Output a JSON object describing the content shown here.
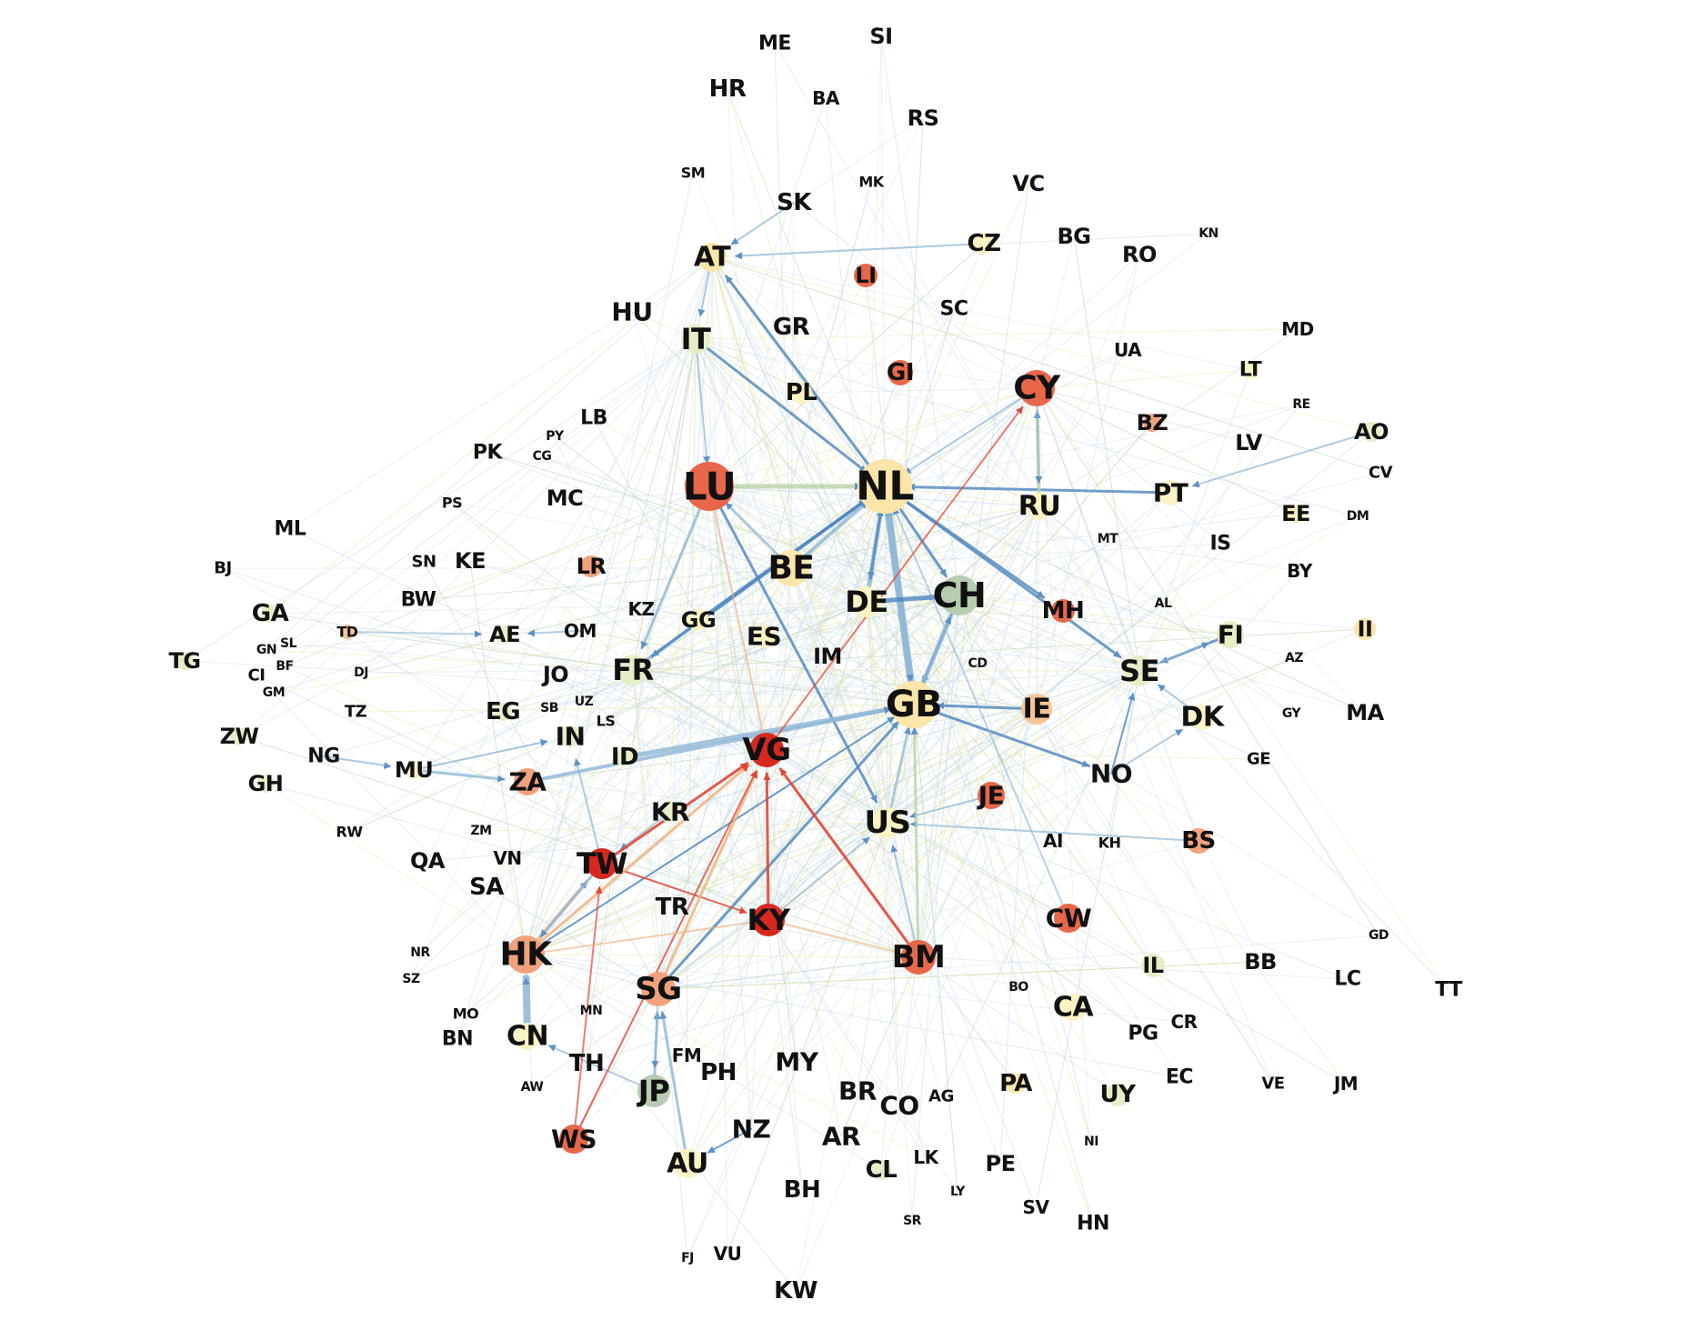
{
  "graph": {
    "type": "directed network",
    "colors": {
      "edge_default": "#8fb6d6",
      "edge_dark": "#4f86bf",
      "edge_light": "#c9dced",
      "edge_red": "#e0473a",
      "edge_orange": "#f1b07a",
      "edge_yellow": "#ece6a6",
      "edge_green": "#b9d3a6",
      "node_red": "#d7281f",
      "node_redorange": "#e8674a",
      "node_orange": "#f0a27c",
      "node_lightorange": "#f6c596",
      "node_yellow": "#fbe5a8",
      "node_paleyellow": "#fcf3c4",
      "node_palegreen": "#e6eec8",
      "node_sage": "#b6cdb0"
    },
    "nodes": [
      {
        "id": "NL",
        "size": 30,
        "color": "node_yellow"
      },
      {
        "id": "LU",
        "size": 27,
        "color": "node_redorange"
      },
      {
        "id": "GB",
        "size": 26,
        "color": "node_yellow"
      },
      {
        "id": "CH",
        "size": 22,
        "color": "node_sage"
      },
      {
        "id": "CY",
        "size": 20,
        "color": "node_redorange"
      },
      {
        "id": "BE",
        "size": 20,
        "color": "node_yellow"
      },
      {
        "id": "VG",
        "size": 19,
        "color": "node_red"
      },
      {
        "id": "HK",
        "size": 21,
        "color": "node_orange"
      },
      {
        "id": "SG",
        "size": 19,
        "color": "node_orange"
      },
      {
        "id": "BM",
        "size": 19,
        "color": "node_redorange"
      },
      {
        "id": "KY",
        "size": 18,
        "color": "node_red"
      },
      {
        "id": "TW",
        "size": 17,
        "color": "node_red"
      },
      {
        "id": "JP",
        "size": 18,
        "color": "node_sage"
      },
      {
        "id": "US",
        "size": 17,
        "color": "node_paleyellow"
      },
      {
        "id": "DE",
        "size": 17,
        "color": "node_paleyellow"
      },
      {
        "id": "FR",
        "size": 17,
        "color": "node_palegreen"
      },
      {
        "id": "IE",
        "size": 17,
        "color": "node_lightorange"
      },
      {
        "id": "SE",
        "size": 17,
        "color": "node_palegreen"
      },
      {
        "id": "IT",
        "size": 16,
        "color": "node_palegreen"
      },
      {
        "id": "AT",
        "size": 16,
        "color": "node_yellow"
      },
      {
        "id": "RU",
        "size": 15,
        "color": "node_paleyellow"
      },
      {
        "id": "PT",
        "size": 14,
        "color": "node_paleyellow"
      },
      {
        "id": "FI",
        "size": 15,
        "color": "node_palegreen"
      },
      {
        "id": "DK",
        "size": 14,
        "color": "node_paleyellow"
      },
      {
        "id": "WS",
        "size": 16,
        "color": "node_redorange"
      },
      {
        "id": "CW",
        "size": 16,
        "color": "node_redorange"
      },
      {
        "id": "JE",
        "size": 15,
        "color": "node_redorange"
      },
      {
        "id": "LI",
        "size": 13,
        "color": "node_redorange"
      },
      {
        "id": "GI",
        "size": 14,
        "color": "node_redorange"
      },
      {
        "id": "ZA",
        "size": 15,
        "color": "node_orange"
      },
      {
        "id": "BS",
        "size": 14,
        "color": "node_orange"
      },
      {
        "id": "CN",
        "size": 15,
        "color": "node_paleyellow"
      },
      {
        "id": "AU",
        "size": 16,
        "color": "node_paleyellow"
      },
      {
        "id": "CA",
        "size": 15,
        "color": "node_paleyellow"
      },
      {
        "id": "IL",
        "size": 13,
        "color": "node_palegreen"
      },
      {
        "id": "UY",
        "size": 13,
        "color": "node_palegreen"
      },
      {
        "id": "MH",
        "size": 13,
        "color": "node_redorange"
      },
      {
        "id": "LR",
        "size": 12,
        "color": "node_orange"
      },
      {
        "id": "PL",
        "size": 12,
        "color": "node_paleyellow"
      },
      {
        "id": "CZ",
        "size": 12,
        "color": "node_paleyellow"
      },
      {
        "id": "ES",
        "size": 13,
        "color": "node_paleyellow"
      },
      {
        "id": "GG",
        "size": 12,
        "color": "node_paleyellow"
      },
      {
        "id": "KR",
        "size": 12,
        "color": "node_palegreen"
      },
      {
        "id": "IN",
        "size": 12,
        "color": "node_palegreen"
      },
      {
        "id": "II",
        "size": 12,
        "color": "node_yellow"
      },
      {
        "id": "AO",
        "size": 11,
        "color": "node_palegreen"
      },
      {
        "id": "CL",
        "size": 11,
        "color": "node_palegreen"
      },
      {
        "id": "BZ",
        "size": 10,
        "color": "node_orange"
      },
      {
        "id": "PA",
        "size": 11,
        "color": "node_yellow"
      },
      {
        "id": "EE",
        "size": 10,
        "color": "node_paleyellow"
      },
      {
        "id": "LT",
        "size": 10,
        "color": "node_paleyellow"
      },
      {
        "id": "ID",
        "size": 10,
        "color": "node_palegreen"
      },
      {
        "id": "GA",
        "size": 10,
        "color": "node_palegreen"
      },
      {
        "id": "TG",
        "size": 10,
        "color": "node_palegreen"
      },
      {
        "id": "ZW",
        "size": 10,
        "color": "node_palegreen"
      },
      {
        "id": "GH",
        "size": 10,
        "color": "node_palegreen"
      },
      {
        "id": "MU",
        "size": 10,
        "color": "node_paleyellow"
      },
      {
        "id": "EG",
        "size": 10,
        "color": "node_palegreen"
      },
      {
        "id": "AE",
        "size": 10,
        "color": "node_palegreen"
      },
      {
        "id": "TD",
        "size": 8,
        "color": "node_lightorange"
      }
    ],
    "labels_only": [
      "SI",
      "ME",
      "HR",
      "BA",
      "RS",
      "SM",
      "MK",
      "VC",
      "SK",
      "BG",
      "RO",
      "KN",
      "HU",
      "GR",
      "SC",
      "MD",
      "UA",
      "LB",
      "PY",
      "PK",
      "CG",
      "MC",
      "PS",
      "ML",
      "KE",
      "SN",
      "BJ",
      "BW",
      "KZ",
      "OM",
      "GN",
      "SL",
      "BF",
      "CI",
      "DJ",
      "GM",
      "JO",
      "TZ",
      "SB",
      "UZ",
      "LS",
      "NG",
      "IM",
      "CD",
      "AL",
      "MT",
      "IS",
      "LV",
      "RE",
      "CV",
      "DM",
      "BY",
      "AZ",
      "GY",
      "MA",
      "GE",
      "NO",
      "AI",
      "KH",
      "RW",
      "ZM",
      "QA",
      "VN",
      "SA",
      "TR",
      "NR",
      "SZ",
      "MO",
      "BN",
      "MN",
      "TH",
      "AW",
      "FM",
      "PH",
      "MY",
      "BR",
      "CO",
      "AG",
      "BO",
      "PG",
      "CR",
      "EC",
      "BB",
      "LC",
      "GD",
      "TT",
      "VE",
      "JM",
      "NZ",
      "AR",
      "LK",
      "PE",
      "NI",
      "BH",
      "LY",
      "SR",
      "SV",
      "HN",
      "FJ",
      "VU",
      "KW"
    ]
  }
}
